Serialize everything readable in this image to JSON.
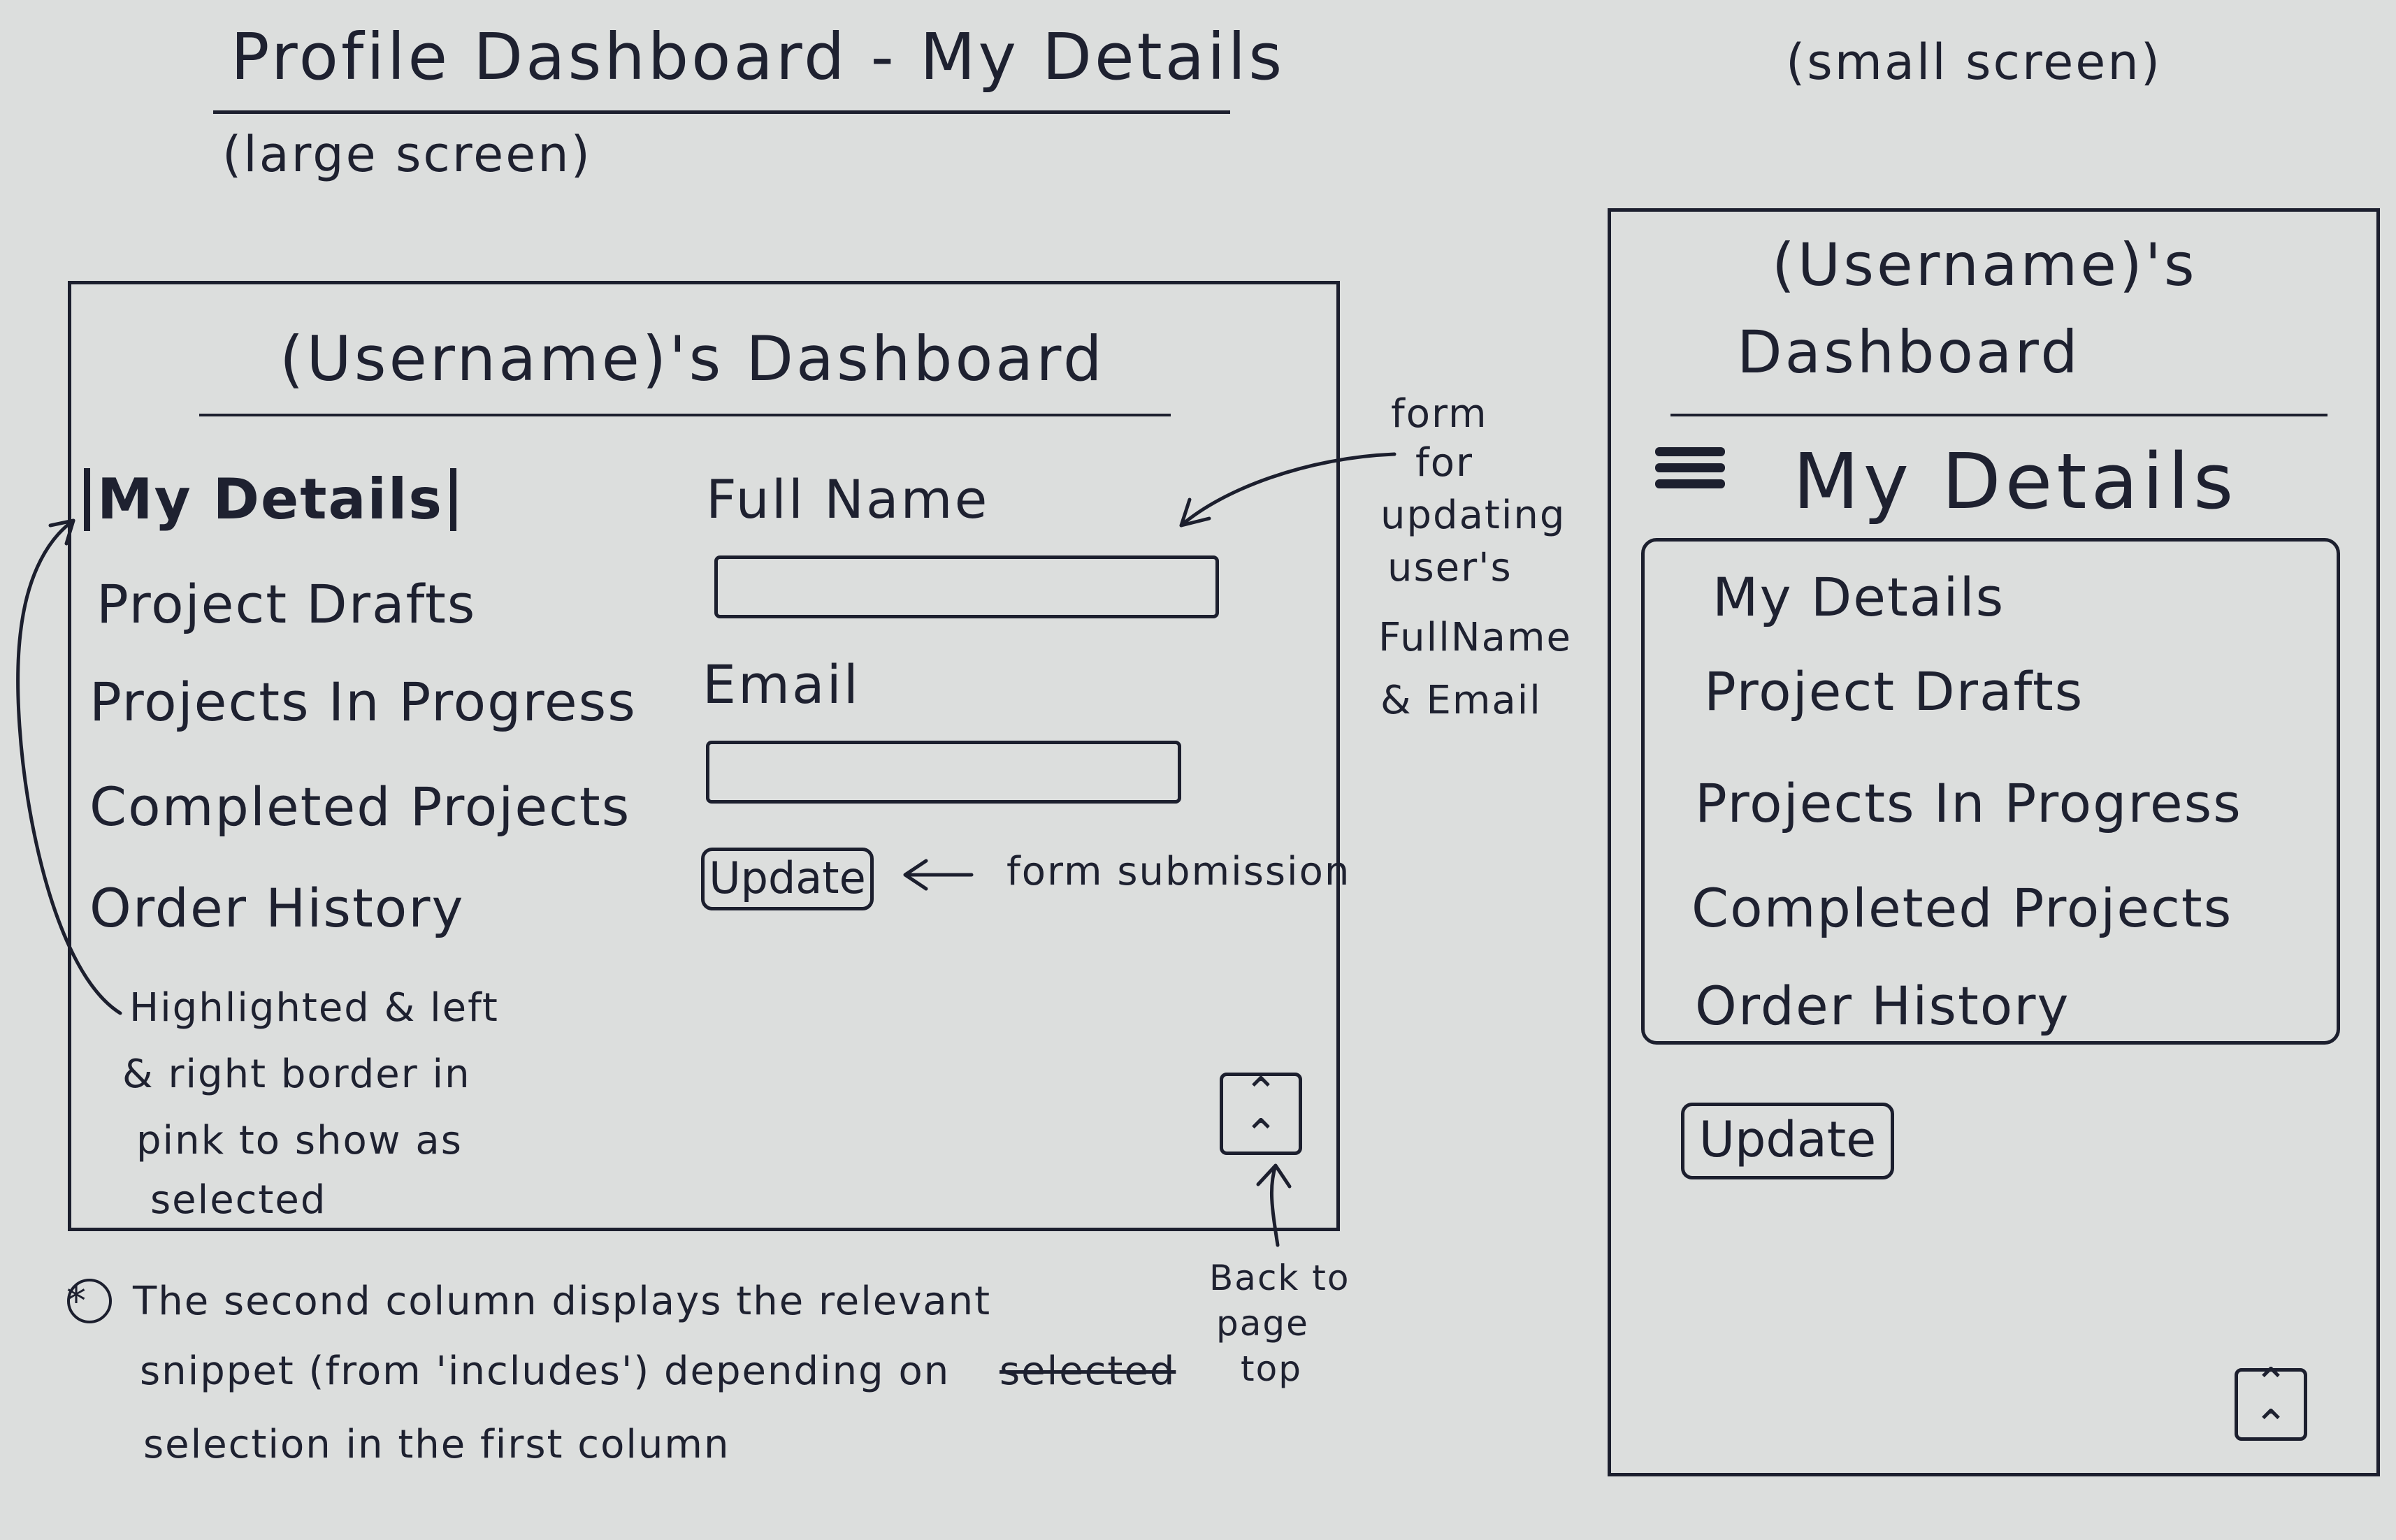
{
  "page": {
    "title": "Profile Dashboard - My Details",
    "subtitle_large": "(large screen)",
    "subtitle_small": "(small screen)"
  },
  "large_screen": {
    "header": "(Username)'s Dashboard",
    "menu": {
      "selected": "My Details",
      "items": [
        "Project Drafts",
        "Projects In Progress",
        "Completed Projects",
        "Order History"
      ]
    },
    "form": {
      "full_name_label": "Full Name",
      "email_label": "Email",
      "update_button": "Update"
    },
    "back_to_top_icon": "chevron-double-up-icon"
  },
  "annotations": {
    "form_note": [
      "form",
      "for",
      "updating",
      "user's",
      "FullName",
      "& Email"
    ],
    "submit_note": "form submission",
    "highlight_note": [
      "Highlighted & left",
      "& right border in",
      "pink to show as",
      "selected"
    ],
    "back_to_top_note": [
      "Back to",
      "page",
      "top"
    ],
    "footnote_marker": "*",
    "footnote": [
      "The second column displays the relevant",
      "snippet (from 'includes') depending on",
      "selected",
      "selection in the first column"
    ]
  },
  "small_screen": {
    "header_line1": "(Username)'s",
    "header_line2": "Dashboard",
    "dropdown_current": "My Details",
    "dropdown_items": [
      "My Details",
      "Project Drafts",
      "Projects In Progress",
      "Completed Projects",
      "Order History"
    ],
    "update_button": "Update",
    "menu_icon": "hamburger-icon",
    "back_to_top_icon": "chevron-double-up-icon"
  },
  "colors": {
    "paper": "#dcdedd",
    "ink": "#1c1f2e"
  }
}
